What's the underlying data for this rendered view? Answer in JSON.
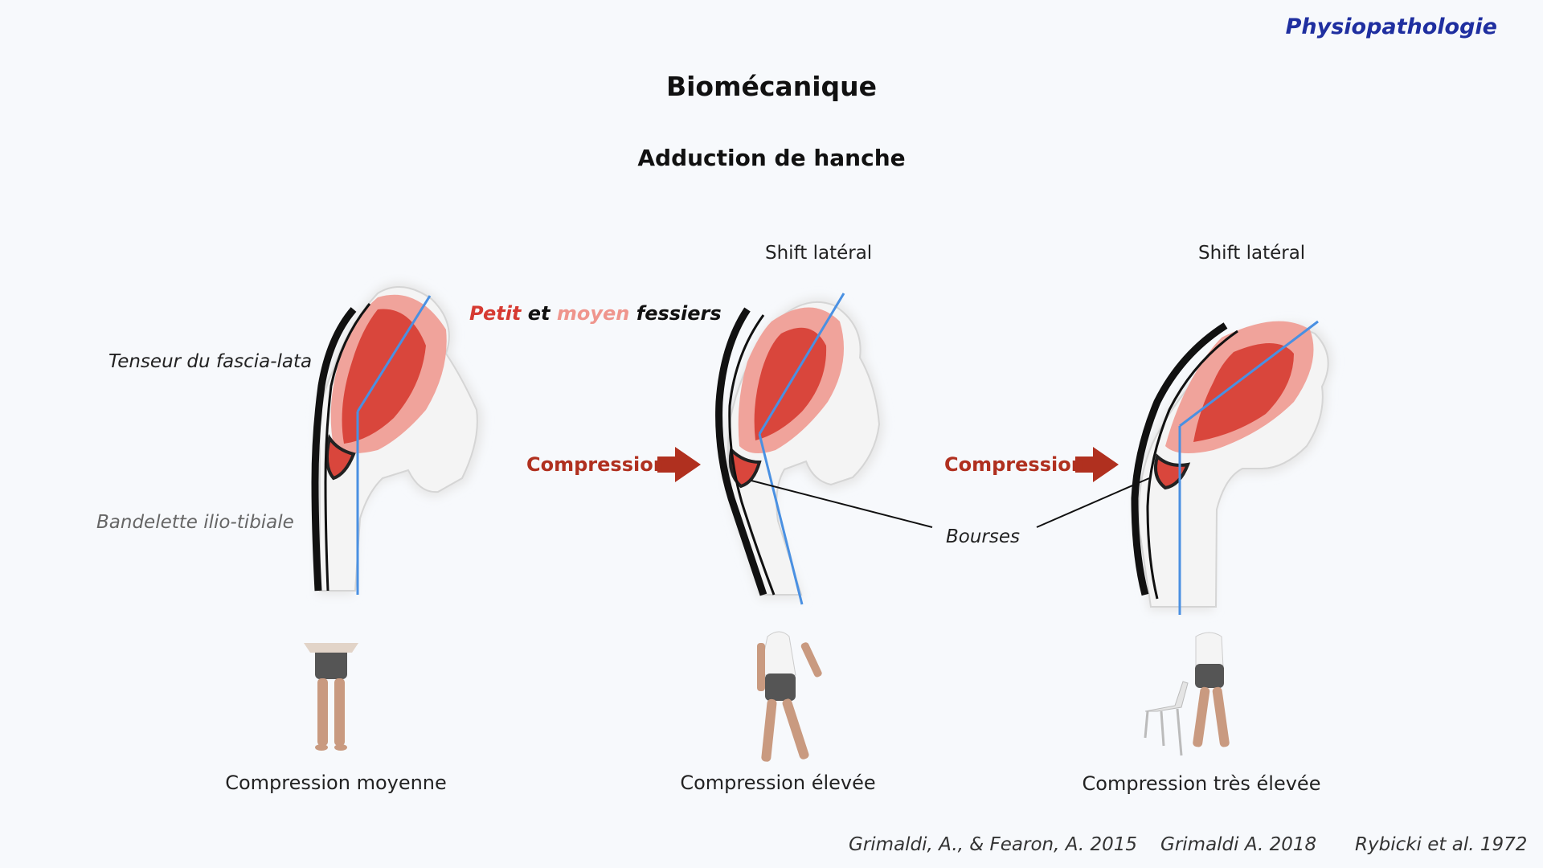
{
  "header": {
    "section_label": "Physiopathologie",
    "title": "Biomécanique",
    "subtitle": "Adduction de hanche"
  },
  "labels": {
    "shift_1": "Shift latéral",
    "shift_2": "Shift latéral",
    "tensor": "Tenseur du fascia-lata",
    "it_band": "Bandelette ilio-tibiale",
    "glutes_petit": "Petit",
    "glutes_et": " et ",
    "glutes_moyen": "moyen",
    "glutes_fessiers": " fessiers",
    "bursae": "Bourses",
    "compression_1": "Compression",
    "compression_2": "Compression"
  },
  "captions": {
    "c1": "Compression moyenne",
    "c2": "Compression élevée",
    "c3": "Compression très élevée"
  },
  "references": {
    "r1": "Grimaldi, A., & Fearon, A. 2015",
    "r2": "Grimaldi A. 2018",
    "r3": "Rybicki et al. 1972"
  },
  "colors": {
    "accent_blue": "#1f2fa0",
    "compression_red": "#b0301f",
    "muscle_dark": "#d9463c",
    "muscle_light": "#f3a29a",
    "axis_line": "#4a90e2"
  }
}
